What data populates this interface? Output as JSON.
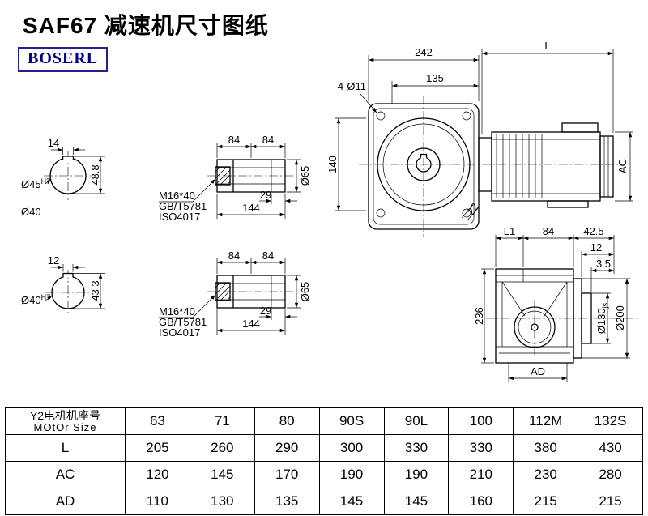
{
  "title": "SAF67 减速机尺寸图纸",
  "logo": {
    "text": "BOSERL"
  },
  "main_view": {
    "width_242": "242",
    "length_L": "L",
    "width_135": "135",
    "bolt_holes": "4-Ø11",
    "height_140": "140",
    "chamfer_22": "22",
    "height_AC": "AC"
  },
  "bore_view_1": {
    "keyway_width": "14",
    "dia": "Ø45",
    "dia_tol": "H7",
    "keyway_height": "48.8",
    "shaft_dia": "Ø40"
  },
  "bore_view_2": {
    "keyway_width": "12",
    "dia": "Ø40",
    "dia_tol": "H7",
    "keyway_height": "43.3"
  },
  "shaft_view_1": {
    "seg_a": "84",
    "seg_b": "84",
    "len_29": "29",
    "len_144": "144",
    "dia_65": "Ø65",
    "bolt": "M16*40",
    "std_1": "GB/T5781",
    "std_2": "ISO4017"
  },
  "shaft_view_2": {
    "seg_a": "84",
    "seg_b": "84",
    "len_29": "29",
    "len_144": "144",
    "dia_65": "Ø65",
    "bolt": "M16*40",
    "std_1": "GB/T5781",
    "std_2": "ISO4017"
  },
  "rear_view": {
    "len_L1": "L1",
    "len_84": "84",
    "len_425": "42.5",
    "len_12": "12",
    "len_35": "3.5",
    "height_236": "236",
    "dia_130": "Ø130",
    "dia_130_tol": "js",
    "dia_200": "Ø200",
    "width_AD": "AD"
  },
  "table": {
    "header": {
      "line1": "Y2电机机座号",
      "line2": "MOtOr Size"
    },
    "sizes": [
      "63",
      "71",
      "80",
      "90S",
      "90L",
      "100",
      "112M",
      "132S"
    ],
    "rows": [
      {
        "label": "L",
        "values": [
          "205",
          "260",
          "290",
          "300",
          "330",
          "330",
          "380",
          "430"
        ]
      },
      {
        "label": "AC",
        "values": [
          "120",
          "145",
          "170",
          "190",
          "190",
          "210",
          "230",
          "280"
        ]
      },
      {
        "label": "AD",
        "values": [
          "110",
          "130",
          "135",
          "145",
          "145",
          "160",
          "215",
          "215"
        ]
      }
    ]
  }
}
